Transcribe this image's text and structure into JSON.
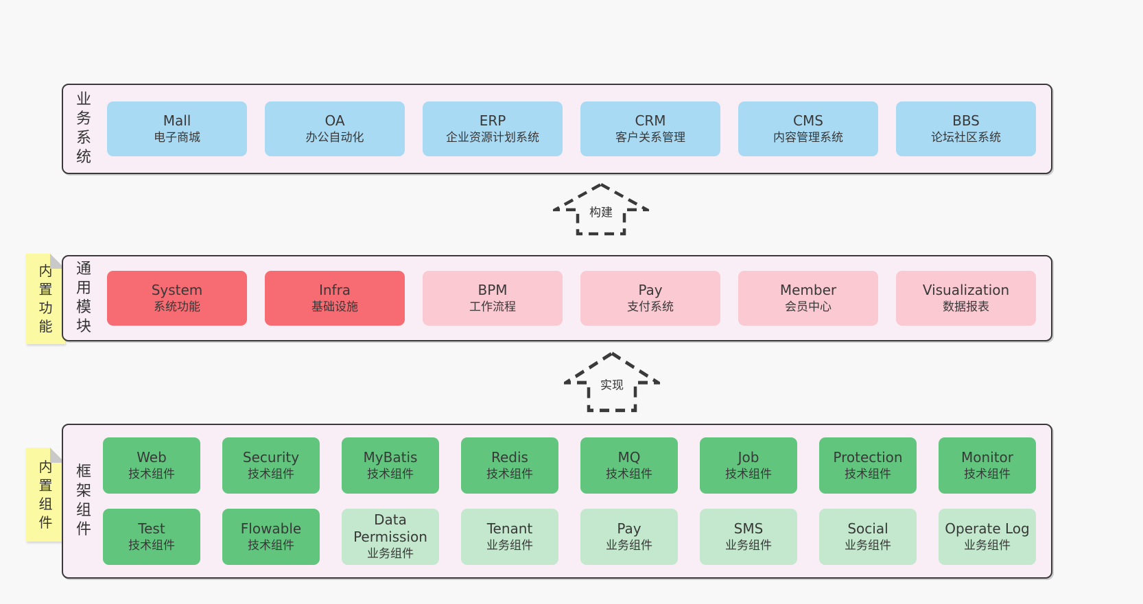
{
  "diagram": {
    "colors": {
      "blue": "#a9daf3",
      "red": "#f76c72",
      "pink": "#fbc9d2",
      "green": "#62c57e",
      "lightgreen": "#c3e8cd",
      "note_yellow": "#fbf9a2",
      "note_fold_gray": "#c9c9c9",
      "container_bg": "#f9edf6",
      "border": "#3a3a3a",
      "text": "#383838",
      "page_bg": "#f8f8f8"
    },
    "arrows": {
      "build": {
        "label": "构建"
      },
      "implement": {
        "label": "实现"
      }
    },
    "sections": {
      "business": {
        "label": "业务系统",
        "boxes": [
          {
            "name": "Mall",
            "desc": "电子商城",
            "variant": "blue"
          },
          {
            "name": "OA",
            "desc": "办公自动化",
            "variant": "blue"
          },
          {
            "name": "ERP",
            "desc": "企业资源计划系统",
            "variant": "blue"
          },
          {
            "name": "CRM",
            "desc": "客户关系管理",
            "variant": "blue"
          },
          {
            "name": "CMS",
            "desc": "内容管理系统",
            "variant": "blue"
          },
          {
            "name": "BBS",
            "desc": "论坛社区系统",
            "variant": "blue"
          }
        ]
      },
      "modules": {
        "label": "通用模块",
        "note": "内置功能",
        "boxes": [
          {
            "name": "System",
            "desc": "系统功能",
            "variant": "red"
          },
          {
            "name": "Infra",
            "desc": "基础设施",
            "variant": "red"
          },
          {
            "name": "BPM",
            "desc": "工作流程",
            "variant": "pink"
          },
          {
            "name": "Pay",
            "desc": "支付系统",
            "variant": "pink"
          },
          {
            "name": "Member",
            "desc": "会员中心",
            "variant": "pink"
          },
          {
            "name": "Visualization",
            "desc": "数据报表",
            "variant": "pink"
          }
        ]
      },
      "components": {
        "label": "框架组件",
        "note": "内置组件",
        "rows": [
          [
            {
              "name": "Web",
              "desc": "技术组件",
              "variant": "green"
            },
            {
              "name": "Security",
              "desc": "技术组件",
              "variant": "green"
            },
            {
              "name": "MyBatis",
              "desc": "技术组件",
              "variant": "green"
            },
            {
              "name": "Redis",
              "desc": "技术组件",
              "variant": "green"
            },
            {
              "name": "MQ",
              "desc": "技术组件",
              "variant": "green"
            },
            {
              "name": "Job",
              "desc": "技术组件",
              "variant": "green"
            },
            {
              "name": "Protection",
              "desc": "技术组件",
              "variant": "green"
            },
            {
              "name": "Monitor",
              "desc": "技术组件",
              "variant": "green"
            }
          ],
          [
            {
              "name": "Test",
              "desc": "技术组件",
              "variant": "green"
            },
            {
              "name": "Flowable",
              "desc": "技术组件",
              "variant": "green"
            },
            {
              "name": "Data Permission",
              "desc": "业务组件",
              "variant": "lightgreen"
            },
            {
              "name": "Tenant",
              "desc": "业务组件",
              "variant": "lightgreen"
            },
            {
              "name": "Pay",
              "desc": "业务组件",
              "variant": "lightgreen"
            },
            {
              "name": "SMS",
              "desc": "业务组件",
              "variant": "lightgreen"
            },
            {
              "name": "Social",
              "desc": "业务组件",
              "variant": "lightgreen"
            },
            {
              "name": "Operate Log",
              "desc": "业务组件",
              "variant": "lightgreen"
            }
          ]
        ]
      }
    }
  }
}
